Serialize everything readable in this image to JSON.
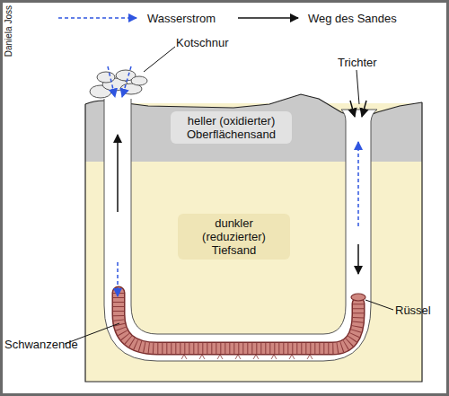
{
  "diagram": {
    "nodes": [
      {
        "text": [
          "heller (oxidierter) Oberflächensand"
        ]
      },
      {
        "text": [
          "dunkler (reduzierter) Tiefsand"
        ]
      }
    ],
    "labels": [
      "Daniela Joss",
      "Kotschnur",
      "Trichter",
      "Schwanzende",
      "Rüssel"
    ],
    "legend": [
      {
        "text": "Wasserstrom"
      },
      {
        "text": "Weg des Sandes"
      }
    ]
  }
}
